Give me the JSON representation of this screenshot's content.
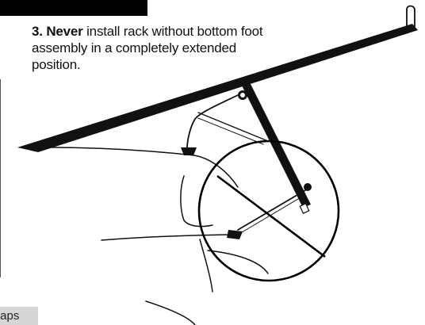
{
  "instruction": {
    "number": "3.",
    "emphasis": "Never",
    "line1_rest": "install rack without bottom foot",
    "line2": "assembly in a completely extended",
    "line3": "position."
  },
  "side_tab": {
    "label": "traps"
  },
  "icons": {
    "prohibition": "no-sign-icon"
  },
  "colors": {
    "ink": "#111111",
    "tab_background": "#d6d6d6"
  }
}
